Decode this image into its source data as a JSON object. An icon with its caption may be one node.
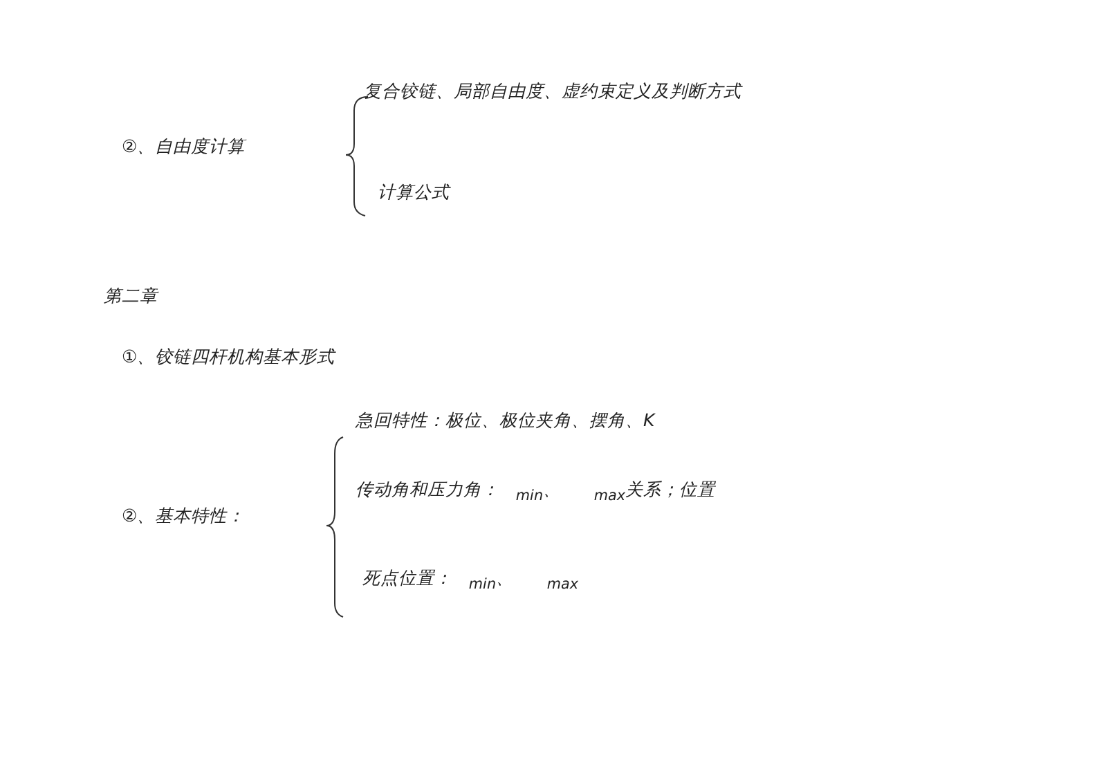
{
  "diagram": {
    "labels": [
      "复合铰链、局部自由度、虚约束定义及判断方式",
      "②、自由度计算",
      "计算公式",
      "第二章",
      "①、铰链四杆机构基本形式",
      "急回特性：极位、极位夹角、摆角、K",
      "传动角和压力角：   $_{min}$、      $_{max}$关系；位置",
      "②、基本特性：",
      "死点位置：   $_{min}$、      $_{max}$"
    ]
  }
}
